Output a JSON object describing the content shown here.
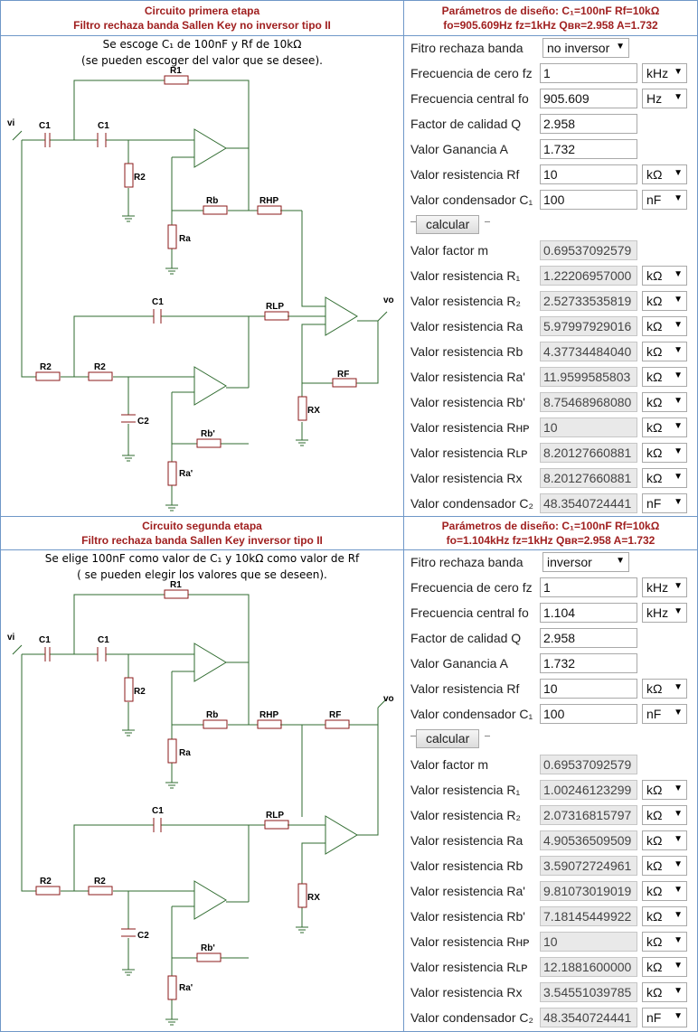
{
  "stage1": {
    "title1": "Circuito primera etapa",
    "title2": "Filtro rechaza banda Sallen Key no inversor tipo II",
    "params1": "Parámetros de diseño: C₁=100nF  Rf=10kΩ",
    "params2": "fo=905.609Hz fz=1kHz  Qʙʀ=2.958 A=1.732",
    "note1": "Se escoge C₁ de 100nF y Rf de 10kΩ",
    "note2": "(se pueden escoger del valor que se desee).",
    "filter_label": "Fitro rechaza banda",
    "filter_value": "no inversor",
    "inputs": [
      {
        "label": "Frecuencia de cero fz",
        "value": "1",
        "unit": "kHz"
      },
      {
        "label": "Frecuencia central fo",
        "value": "905.609",
        "unit": "Hz"
      },
      {
        "label": "Factor de calidad Q",
        "value": "2.958",
        "unit": ""
      },
      {
        "label": "Valor Ganancia A",
        "value": "1.732",
        "unit": ""
      },
      {
        "label": "Valor resistencia Rf",
        "value": "10",
        "unit": "kΩ"
      },
      {
        "label": "Valor condensador C₁",
        "value": "100",
        "unit": "nF"
      }
    ],
    "button": "calcular",
    "outputs": [
      {
        "label": "Valor factor m",
        "value": "0.69537092579",
        "unit": ""
      },
      {
        "label": "Valor resistencia R₁",
        "value": "1.22206957000",
        "unit": "kΩ"
      },
      {
        "label": "Valor resistencia R₂",
        "value": "2.52733535819",
        "unit": "kΩ"
      },
      {
        "label": "Valor resistencia Ra",
        "value": "5.97997929016",
        "unit": "kΩ"
      },
      {
        "label": "Valor resistencia Rb",
        "value": "4.37734484040",
        "unit": "kΩ"
      },
      {
        "label": "Valor resistencia Ra'",
        "value": "11.9599585803",
        "unit": "kΩ"
      },
      {
        "label": "Valor resistencia Rb'",
        "value": "8.75468968080",
        "unit": "kΩ"
      },
      {
        "label": "Valor resistencia Rʜᴘ",
        "value": "10",
        "unit": "kΩ"
      },
      {
        "label": "Valor resistencia Rʟᴘ",
        "value": "8.20127660881",
        "unit": "kΩ"
      },
      {
        "label": "Valor resistencia Rx",
        "value": "8.20127660881",
        "unit": "kΩ"
      },
      {
        "label": "Valor condensador C₂",
        "value": "48.3540724441",
        "unit": "nF"
      }
    ]
  },
  "stage2": {
    "title1": "Circuito segunda etapa",
    "title2": "Filtro rechaza banda Sallen Key inversor tipo II",
    "params1": "Parámetros de diseño: C₁=100nF  Rf=10kΩ",
    "params2": "fo=1.104kHz fz=1kHz  Qʙʀ=2.958 A=1.732",
    "note1": "Se elige 100nF como valor de C₁ y 10kΩ como valor de Rf",
    "note2": "( se pueden elegir los valores que se deseen).",
    "filter_label": "Fitro rechaza banda",
    "filter_value": "inversor",
    "inputs": [
      {
        "label": "Frecuencia de cero fz",
        "value": "1",
        "unit": "kHz"
      },
      {
        "label": "Frecuencia central fo",
        "value": "1.104",
        "unit": "kHz"
      },
      {
        "label": "Factor de calidad Q",
        "value": "2.958",
        "unit": ""
      },
      {
        "label": "Valor Ganancia A",
        "value": "1.732",
        "unit": ""
      },
      {
        "label": "Valor resistencia Rf",
        "value": "10",
        "unit": "kΩ"
      },
      {
        "label": "Valor condensador C₁",
        "value": "100",
        "unit": "nF"
      }
    ],
    "button": "calcular",
    "outputs": [
      {
        "label": "Valor factor m",
        "value": "0.69537092579",
        "unit": ""
      },
      {
        "label": "Valor resistencia R₁",
        "value": "1.00246123299",
        "unit": "kΩ"
      },
      {
        "label": "Valor resistencia R₂",
        "value": "2.07316815797",
        "unit": "kΩ"
      },
      {
        "label": "Valor resistencia Ra",
        "value": "4.90536509509",
        "unit": "kΩ"
      },
      {
        "label": "Valor resistencia Rb",
        "value": "3.59072724961",
        "unit": "kΩ"
      },
      {
        "label": "Valor resistencia Ra'",
        "value": "9.81073019019",
        "unit": "kΩ"
      },
      {
        "label": "Valor resistencia Rb'",
        "value": "7.18145449922",
        "unit": "kΩ"
      },
      {
        "label": "Valor resistencia Rʜᴘ",
        "value": "10",
        "unit": "kΩ"
      },
      {
        "label": "Valor resistencia Rʟᴘ",
        "value": "12.1881600000",
        "unit": "kΩ"
      },
      {
        "label": "Valor resistencia Rx",
        "value": "3.54551039785",
        "unit": "kΩ"
      },
      {
        "label": "Valor condensador C₂",
        "value": "48.3540724441",
        "unit": "nF"
      }
    ]
  },
  "schematic_labels": {
    "vi": "vi",
    "vo": "vo",
    "C1": "C1",
    "C2": "C2",
    "R1": "R1",
    "R2": "R2",
    "Ra": "Ra",
    "Rb": "Rb",
    "Ra_p": "Ra'",
    "Rb_p": "Rb'",
    "RHP": "RHP",
    "RLP": "RLP",
    "RF": "RF",
    "RX": "RX"
  },
  "colors": {
    "header_text": "#a02020",
    "border": "#6f98c8",
    "wire": "#2f6b2f",
    "component": "#8b1a1a"
  }
}
